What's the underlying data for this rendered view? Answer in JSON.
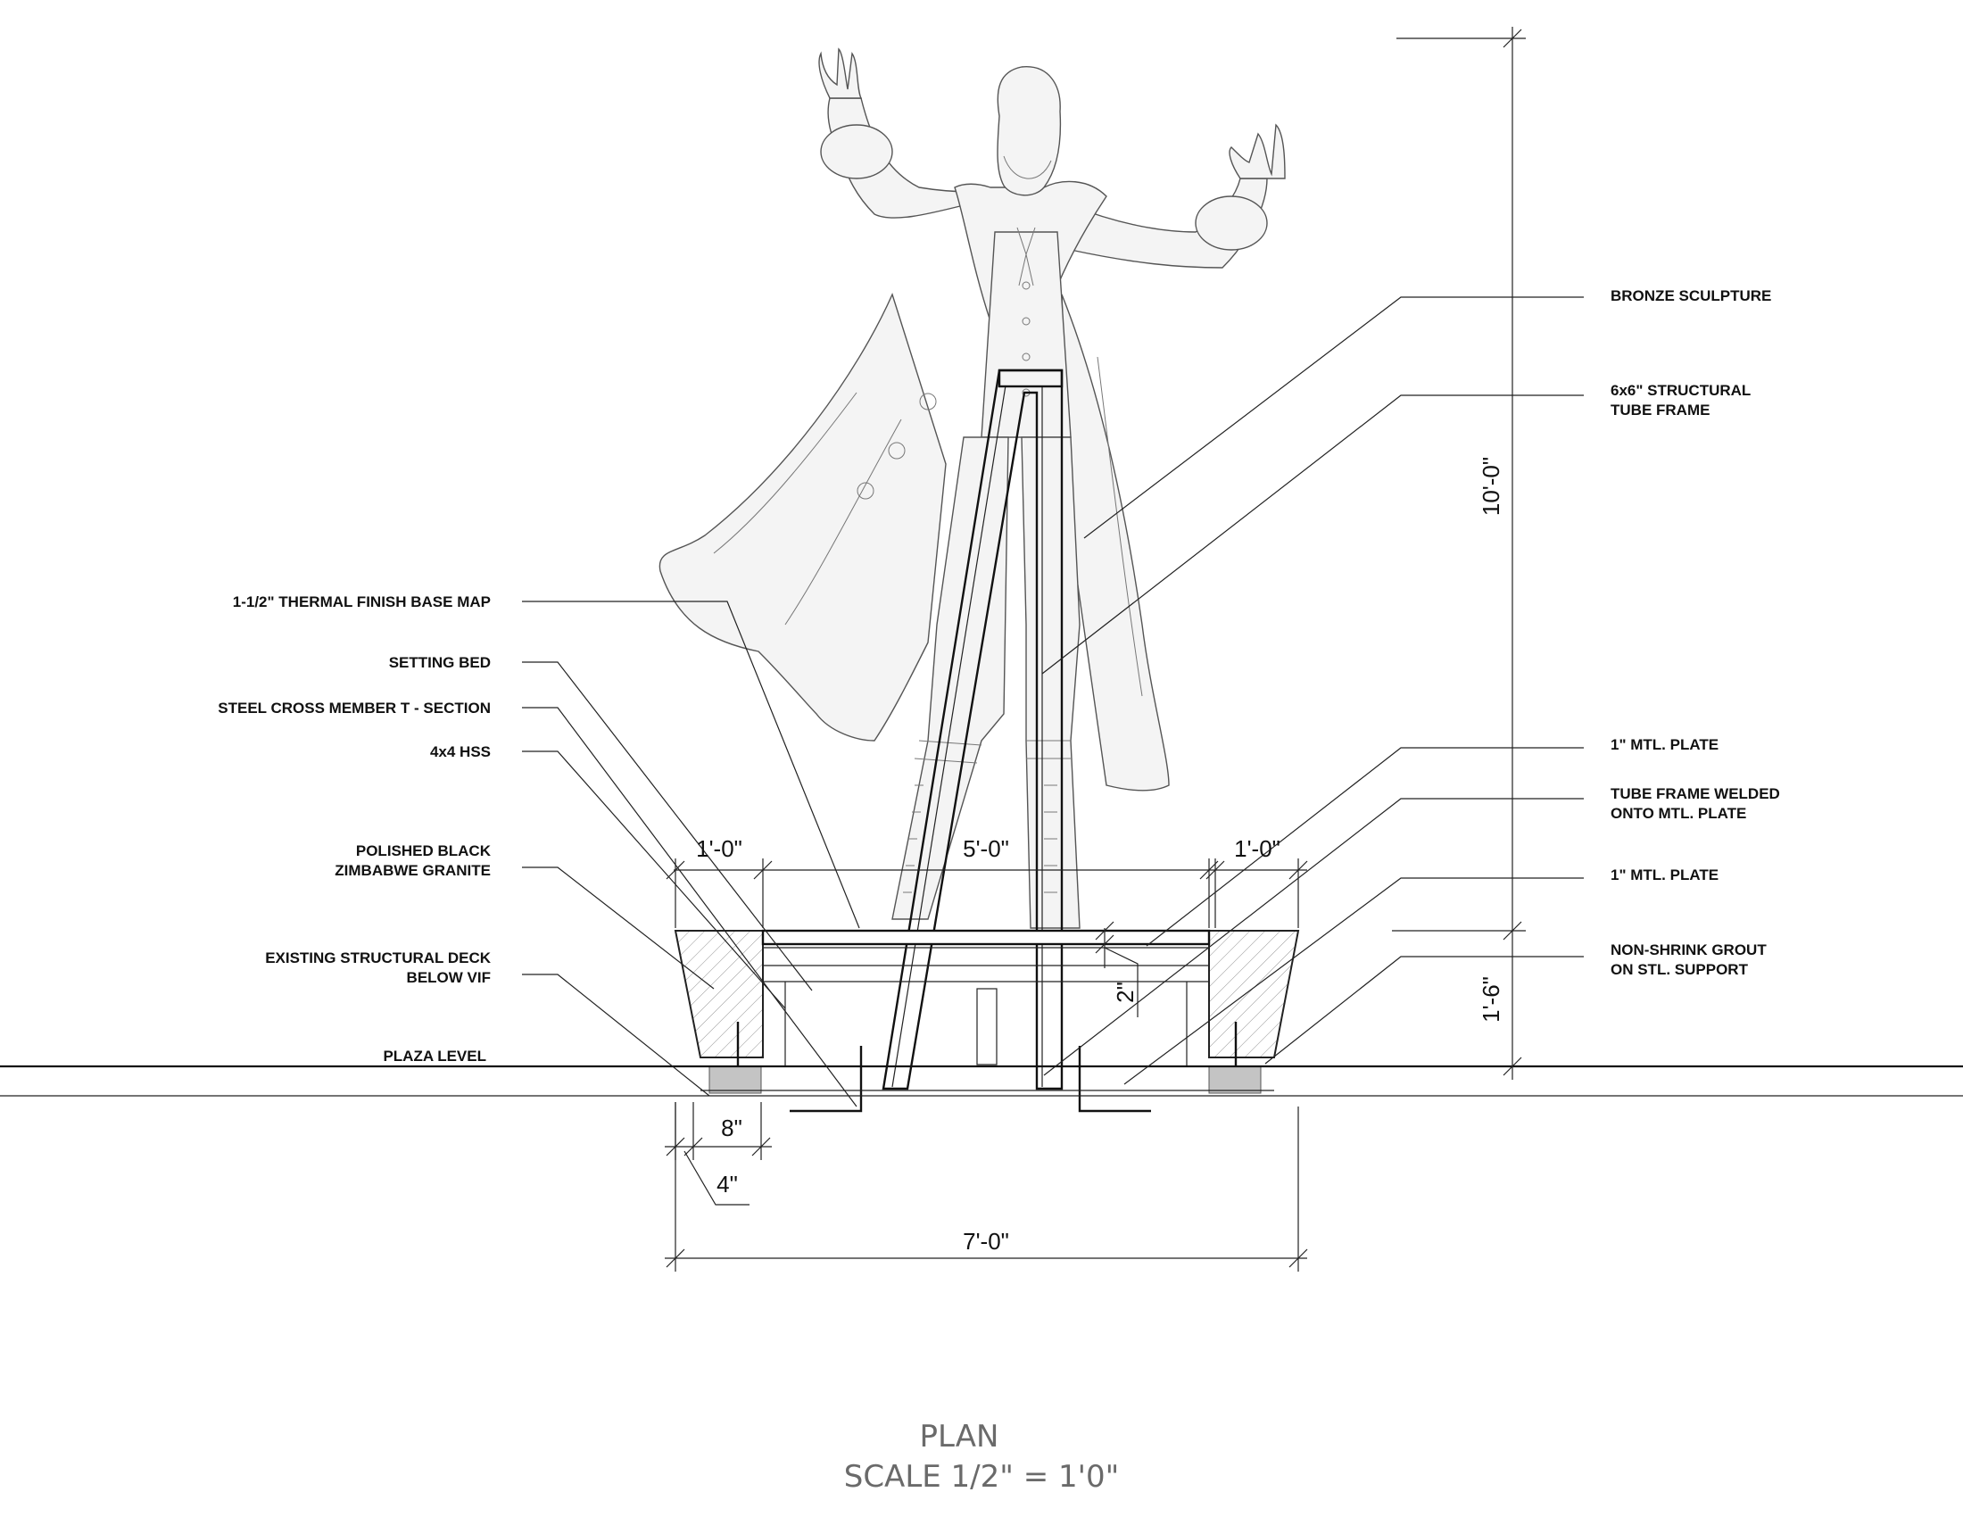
{
  "callouts": {
    "bronze_sculpture": "BRONZE SCULPTURE",
    "tube_frame_line1": "6x6\" STRUCTURAL",
    "tube_frame_line2": "TUBE FRAME",
    "thermal_finish": "1-1/2\" THERMAL FINISH BASE MAP",
    "setting_bed": "SETTING BED",
    "steel_cross": "STEEL CROSS MEMBER T - SECTION",
    "hss": "4x4 HSS",
    "granite_line1": "POLISHED BLACK",
    "granite_line2": "ZIMBABWE GRANITE",
    "deck_line1": "EXISTING STRUCTURAL DECK",
    "deck_line2": "BELOW VIF",
    "plaza_level": "PLAZA LEVEL",
    "mtl_plate_top": "1\" MTL. PLATE",
    "welded_line1": "TUBE FRAME WELDED",
    "welded_line2": "ONTO MTL. PLATE",
    "mtl_plate_bottom": "1\" MTL. PLATE",
    "grout_line1": "NON-SHRINK GROUT",
    "grout_line2": "ON STL. SUPPORT"
  },
  "dimensions": {
    "height_total": "10'-0\"",
    "height_base": "1'-6\"",
    "left_band": "1'-0\"",
    "center_span": "5'-0\"",
    "right_band": "1'-0\"",
    "plate_gap": "2\"",
    "footing": "8\"",
    "offset": "4\"",
    "overall_width": "7'-0\""
  },
  "title": {
    "line1": "PLAN",
    "line2": "SCALE 1/2\" = 1'0\""
  }
}
